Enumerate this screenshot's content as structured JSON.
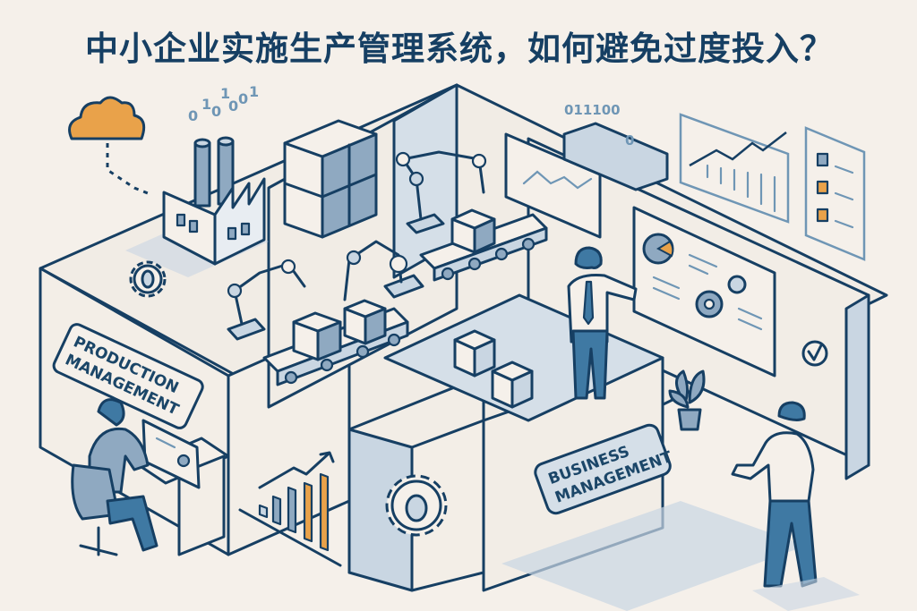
{
  "title": "中小企业实施生产管理系统，如何避免过度投入？",
  "colors": {
    "background": "#f5f0ea",
    "primary_stroke": "#163f63",
    "light_blue": "#c9d6e2",
    "mid_blue": "#8fa9c1",
    "person_blue": "#3f79a3",
    "accent_orange": "#e9a24a"
  },
  "labels": {
    "production_line1": "PRODUCTION",
    "production_line2": "MANAGEMENT",
    "business_line1": "BUSINESS",
    "business_line2": "MANAGEMENT"
  },
  "binary": {
    "factory_bits": [
      "0",
      "1",
      "0",
      "1",
      "0",
      "0",
      "1"
    ],
    "server_bits_row1": "011100",
    "server_bits_row2": "0"
  },
  "icons": [
    "cloud-icon",
    "factory-icon",
    "gear-icon",
    "robot-arm-icon",
    "conveyor-icon",
    "box-icon",
    "line-chart-icon",
    "checklist-icon",
    "pie-chart-icon",
    "checkmark-icon",
    "bar-chart-icon",
    "plant-icon",
    "server-icon"
  ],
  "figures": [
    {
      "role": "worker-at-desk"
    },
    {
      "role": "presenter-at-dashboard"
    },
    {
      "role": "observer-standing"
    }
  ]
}
